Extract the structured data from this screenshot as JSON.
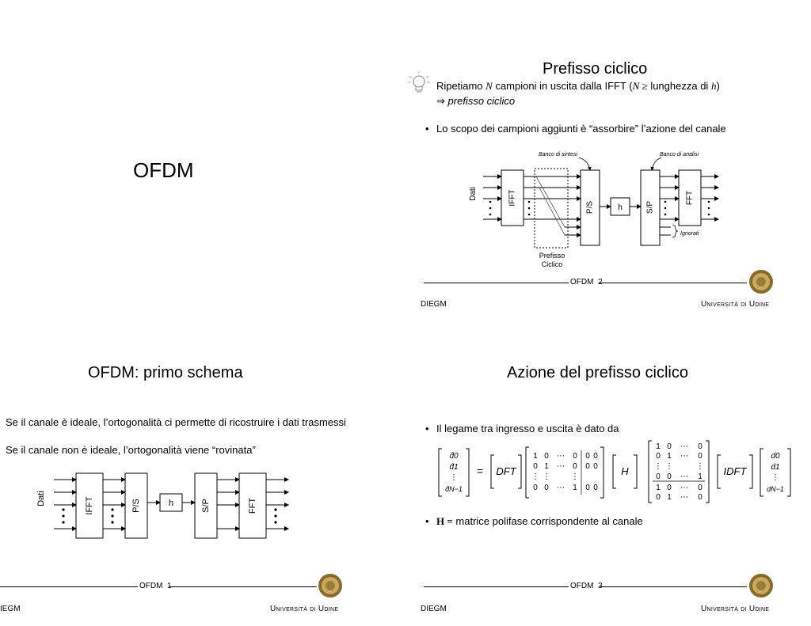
{
  "slide_title": {
    "title": "OFDM"
  },
  "slide1": {
    "title": "OFDM: primo schema",
    "bullet1": "Se il canale è ideale, l’ortogonalità ci permette di ricostruire i dati trasmessi",
    "bullet2": "Se il canale non è ideale, l’ortogonalità viene “rovinata”",
    "diagram": {
      "input_label": "Dati",
      "block_ifft": "IFFT",
      "block_ps": "P/S",
      "block_h": "h",
      "block_sp": "S/P",
      "block_fft": "FFT"
    },
    "footer_center": "OFDM",
    "page_number": "1",
    "footer_left": "IEGM",
    "footer_right": "Università di Udine"
  },
  "slide2": {
    "title": "Prefisso ciclico",
    "intro_pre": "Ripetiamo",
    "intro_N": "N",
    "intro_mid": "campioni in uscita dalla IFFT (",
    "intro_cond": "N ≥",
    "intro_post": "lunghezza di",
    "intro_h": "h",
    "intro_close": ")",
    "implies": "⇒",
    "implies_text": "prefisso ciclico",
    "bullet1": "Lo scopo dei campioni aggiunti è “assorbire” l’azione del canale",
    "diagram": {
      "input_label": "Dati",
      "block_ifft": "IFFT",
      "block_ps": "P/S",
      "block_h": "h",
      "block_sp": "S/P",
      "block_fft": "FFT",
      "label_sintesi": "Banco di sintesi",
      "label_analisi": "Banco di analisi",
      "label_ignorati": "Ignorati",
      "label_prefisso_1": "Prefisso",
      "label_prefisso_2": "Ciclico"
    },
    "footer_center": "OFDM",
    "page_number": "2",
    "footer_left": "DIEGM",
    "footer_right": "Università di Udine"
  },
  "slide3": {
    "title": "Azione del prefisso ciclico",
    "bullet1": "Il legame tra ingresso e uscita è dato da",
    "equation": {
      "lhs": [
        "d̂0",
        "d̂1",
        "⋮",
        "d̂N−1"
      ],
      "eq": "=",
      "dft": "DFT",
      "sel_rows": [
        [
          "1",
          "0",
          "⋯",
          "0",
          "0",
          "0"
        ],
        [
          "0",
          "1",
          "⋯",
          "0",
          "0",
          "0"
        ],
        [
          "⋮",
          "⋮",
          "",
          "⋮",
          "",
          ""
        ],
        [
          "0",
          "0",
          "⋯",
          "1",
          "0",
          "0"
        ]
      ],
      "H": "H",
      "ins_rows": [
        [
          "1",
          "0",
          "⋯",
          "0"
        ],
        [
          "0",
          "1",
          "⋯",
          "0"
        ],
        [
          "⋮",
          "⋮",
          "",
          "⋮"
        ],
        [
          "0",
          "0",
          "⋯",
          "1"
        ],
        [
          "1",
          "0",
          "⋯",
          "0"
        ],
        [
          "0",
          "1",
          "⋯",
          "0"
        ]
      ],
      "idft": "IDFT",
      "rhs": [
        "d0",
        "d1",
        "⋮",
        "dN−1"
      ]
    },
    "bullet2_symbol": "H =",
    "bullet2_text": "matrice polifase corrispondente al canale",
    "footer_center": "OFDM",
    "page_number": "3",
    "footer_left": "DIEGM",
    "footer_right": "Università di Udine"
  },
  "colors": {
    "seal_outer": "#8a6a2c",
    "seal_inner": "#c9a95e",
    "background": "#ffffff",
    "ink": "#000000"
  }
}
